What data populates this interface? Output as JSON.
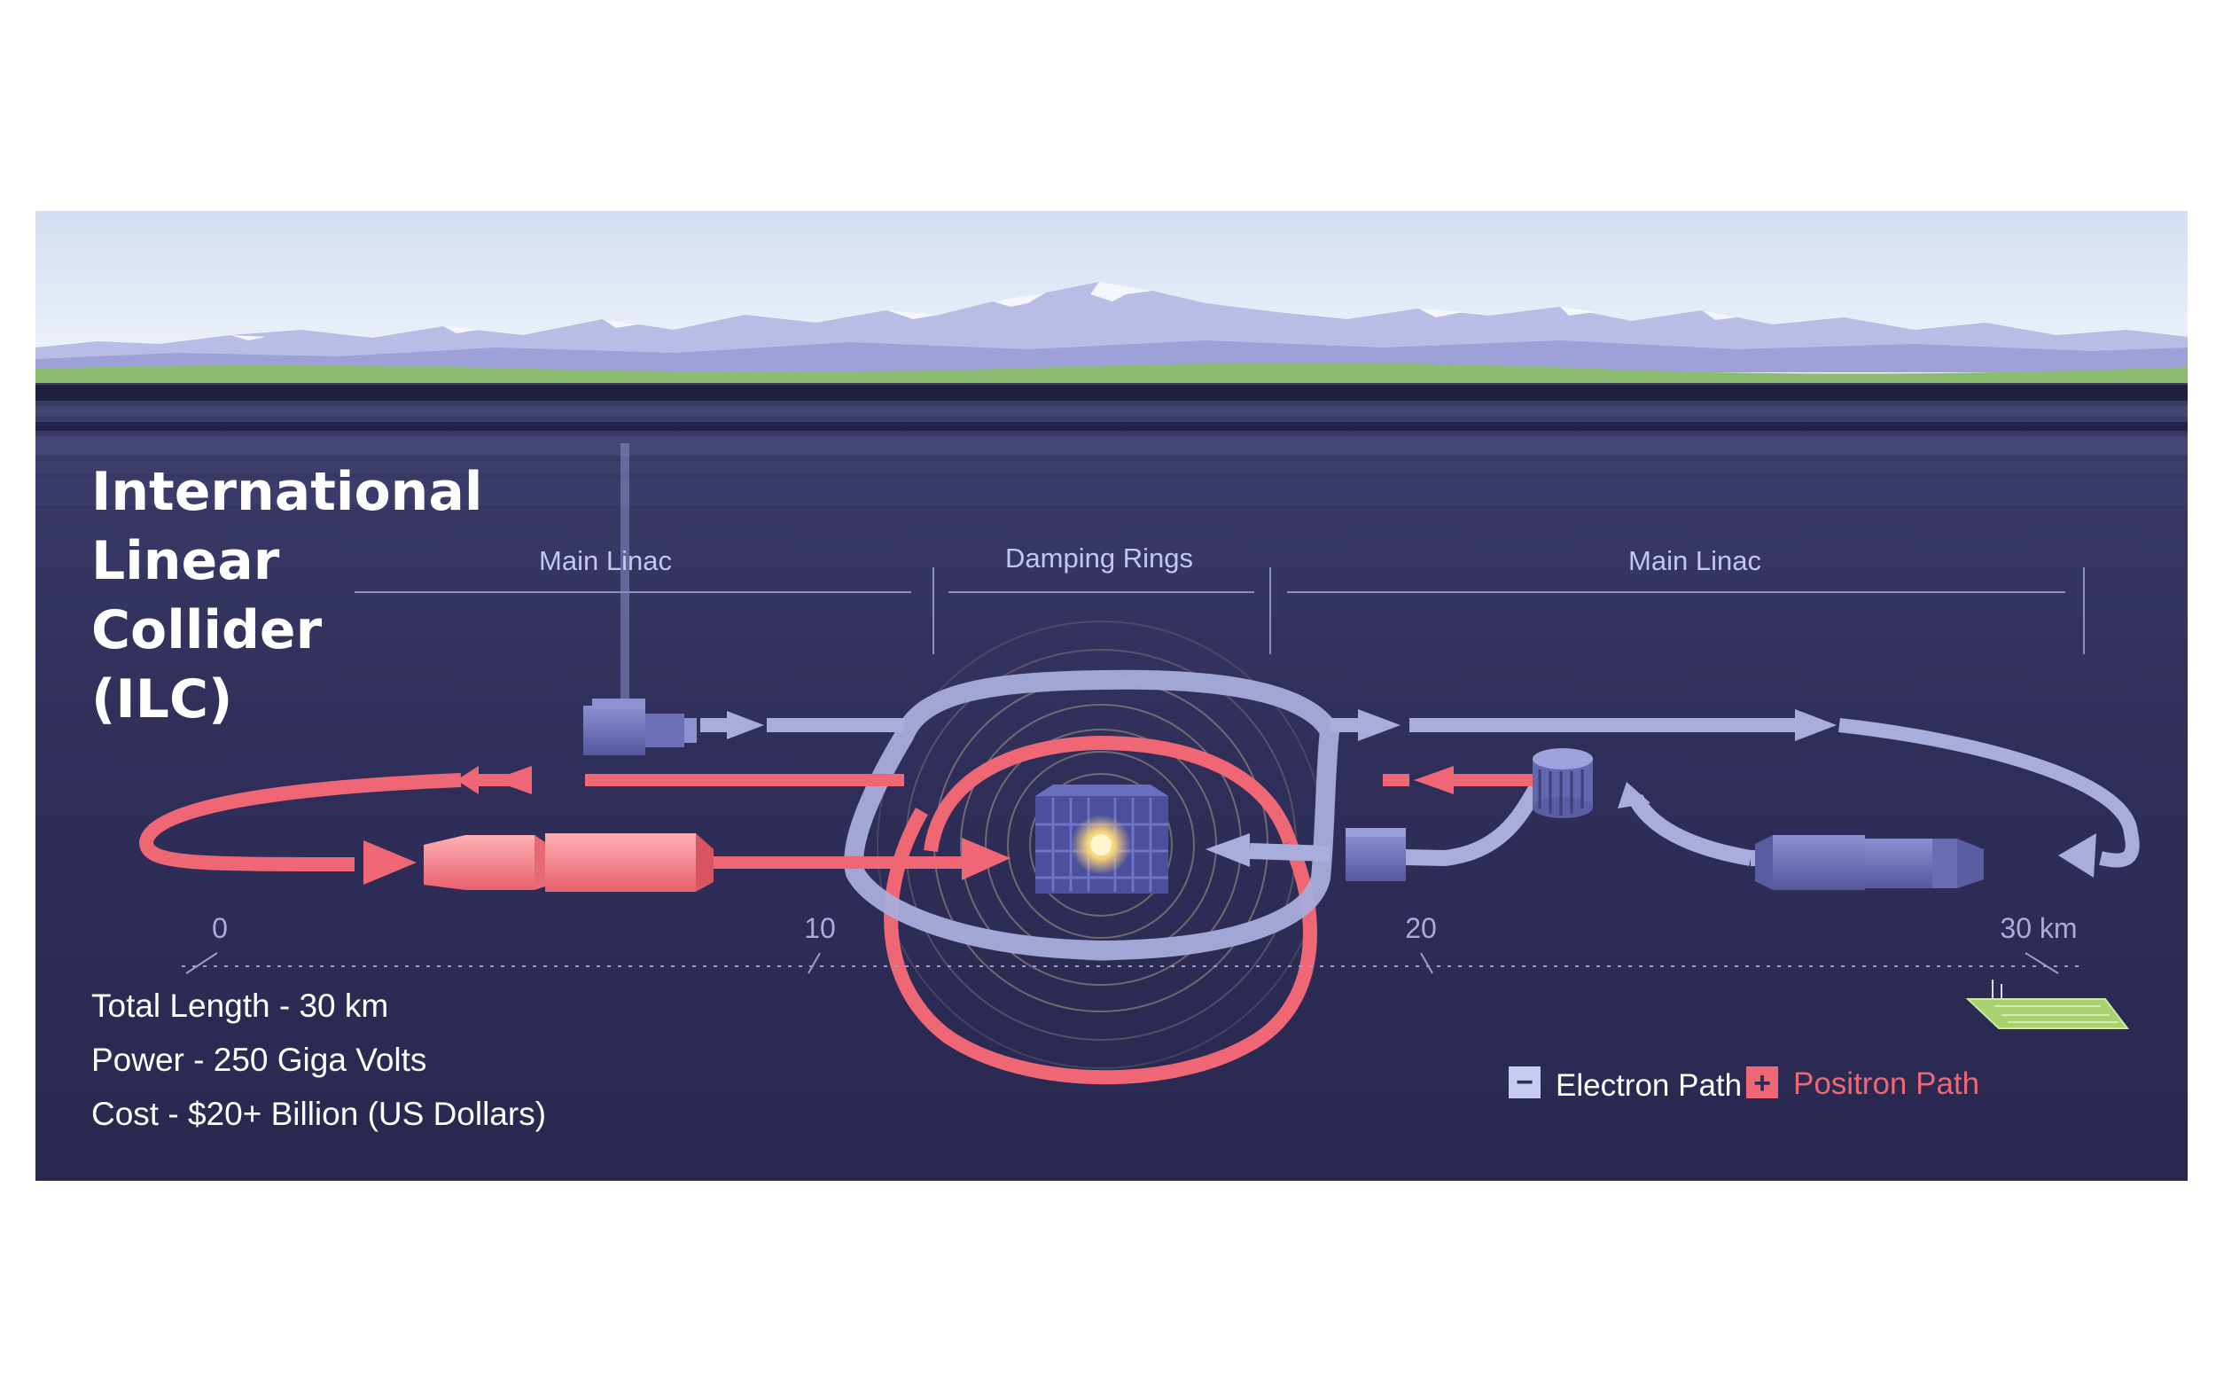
{
  "title": {
    "line1": "International",
    "line2": "Linear",
    "line3": "Collider",
    "line4": "(ILC)"
  },
  "sections": {
    "left": "Main Linac",
    "center": "Damping Rings",
    "right": "Main Linac"
  },
  "scale": {
    "ticks": [
      "0",
      "10",
      "20",
      "30 km"
    ]
  },
  "stats": {
    "length": "Total Length - 30 km",
    "power": "Power - 250 Giga Volts",
    "cost": "Cost - $20+ Billion (US Dollars)"
  },
  "legend": {
    "electron_label": "Electron Path",
    "positron_label": "Positron Path",
    "electron_symbol": "−",
    "positron_symbol": "+"
  },
  "colors": {
    "underground": "#2e2d57",
    "electron": "#a9addb",
    "positron": "#ef6774",
    "grass": "#8bbb6f",
    "mountains": "#b9bde6",
    "core": "#f6d27a"
  }
}
